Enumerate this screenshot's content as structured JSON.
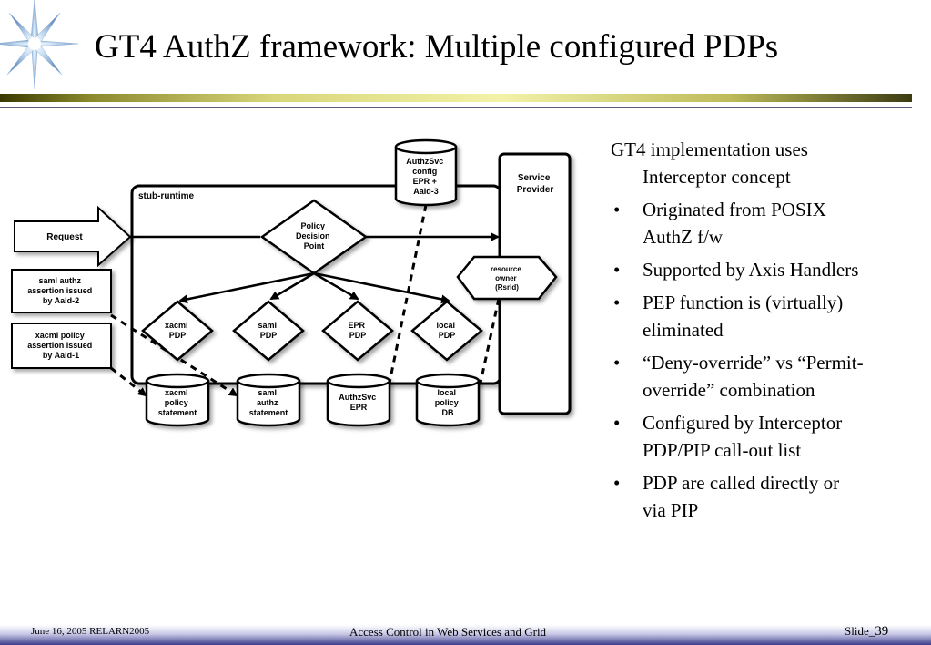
{
  "slide": {
    "title": "GT4 AuthZ framework: Multiple configured PDPs"
  },
  "diagram": {
    "stub_runtime": "stub-runtime",
    "request": "Request",
    "saml_assertion": [
      "saml authz",
      "assertion issued",
      "by AaId-2"
    ],
    "xacml_assertion": [
      "xacml policy",
      "assertion issued",
      "by AaId-1"
    ],
    "policy_decision_point": [
      "Policy",
      "Decision",
      "Point"
    ],
    "authzsvc_config": [
      "AuthzSvc",
      "config",
      "EPR +",
      "AaId-3"
    ],
    "service_provider": [
      "Service",
      "Provider"
    ],
    "resource_owner": [
      "resource",
      "owner",
      "(Rsrld)"
    ],
    "pdps": [
      {
        "line1": "xacml",
        "line2": "PDP"
      },
      {
        "line1": "saml",
        "line2": "PDP"
      },
      {
        "line1": "EPR",
        "line2": "PDP"
      },
      {
        "line1": "local",
        "line2": "PDP"
      }
    ],
    "stores": [
      {
        "lines": [
          "xacml",
          "policy",
          "statement"
        ]
      },
      {
        "lines": [
          "saml",
          "authz",
          "statement"
        ]
      },
      {
        "lines": [
          "AuthzSvc",
          "EPR"
        ]
      },
      {
        "lines": [
          "local",
          "policy",
          "DB"
        ]
      }
    ]
  },
  "bullets": {
    "intro_line1": "GT4 implementation uses",
    "intro_line2": "Interceptor concept",
    "items": [
      {
        "line1": "Originated from POSIX",
        "line2": "AuthZ f/w"
      },
      {
        "line1": "Supported by Axis Handlers",
        "line2": ""
      },
      {
        "line1": "PEP function is (virtually)",
        "line2": "eliminated"
      },
      {
        "line1": "“Deny-override” vs “Permit-",
        "line2": "override” combination"
      },
      {
        "line1": "Configured by Interceptor",
        "line2": "PDP/PIP call-out list"
      },
      {
        "line1": "PDP are called directly or",
        "line2": "via PIP"
      }
    ]
  },
  "footer": {
    "left": "June 16, 2005 RELARN2005",
    "center": "Access Control in Web Services and Grid",
    "right_label": "Slide_",
    "right_number": "39"
  }
}
